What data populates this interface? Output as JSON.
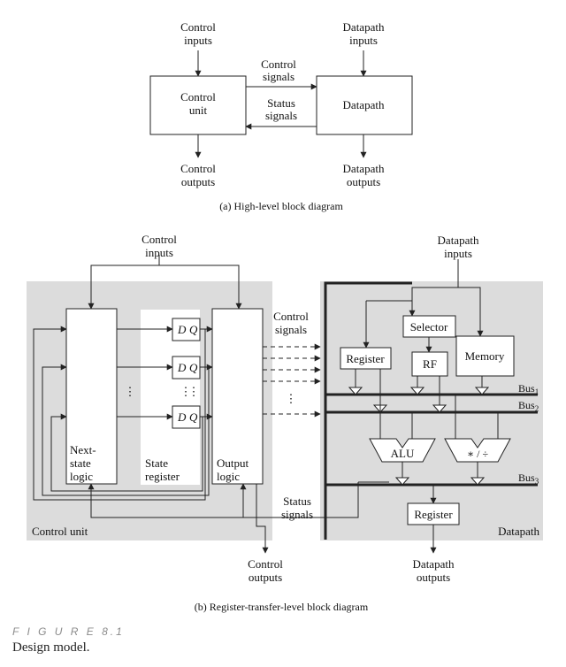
{
  "part_a": {
    "control_inputs": [
      "Control",
      "inputs"
    ],
    "datapath_inputs": [
      "Datapath",
      "inputs"
    ],
    "control_unit": [
      "Control",
      "unit"
    ],
    "datapath": "Datapath",
    "control_signals": [
      "Control",
      "signals"
    ],
    "status_signals": [
      "Status",
      "signals"
    ],
    "control_outputs": [
      "Control",
      "outputs"
    ],
    "datapath_outputs": [
      "Datapath",
      "outputs"
    ],
    "caption": "(a)  High-level block diagram"
  },
  "part_b": {
    "control_inputs": [
      "Control",
      "inputs"
    ],
    "datapath_inputs": [
      "Datapath",
      "inputs"
    ],
    "control_signals": [
      "Control",
      "signals"
    ],
    "status_signals": [
      "Status",
      "signals"
    ],
    "control_outputs": [
      "Control",
      "outputs"
    ],
    "datapath_outputs": [
      "Datapath",
      "outputs"
    ],
    "next_state_logic": [
      "Next-",
      "state",
      "logic"
    ],
    "state_register": [
      "State",
      "register"
    ],
    "output_logic": [
      "Output",
      "logic"
    ],
    "flip_flop_d": "D",
    "flip_flop_q": "Q",
    "ellipsis": "⋮",
    "control_unit_label": "Control unit",
    "datapath_label": "Datapath",
    "selector": "Selector",
    "register_top": "Register",
    "rf": "RF",
    "memory": "Memory",
    "alu": "ALU",
    "muldiv": "∗ / ÷",
    "register_bottom": "Register",
    "bus1": "Bus",
    "bus2": "Bus",
    "bus3": "Bus",
    "bus1_sub": "1",
    "bus2_sub": "2",
    "bus3_sub": "3",
    "caption": "(b)  Register-transfer-level block diagram"
  },
  "figure": {
    "label": "F I G U R E   8.1",
    "caption": "Design model."
  }
}
